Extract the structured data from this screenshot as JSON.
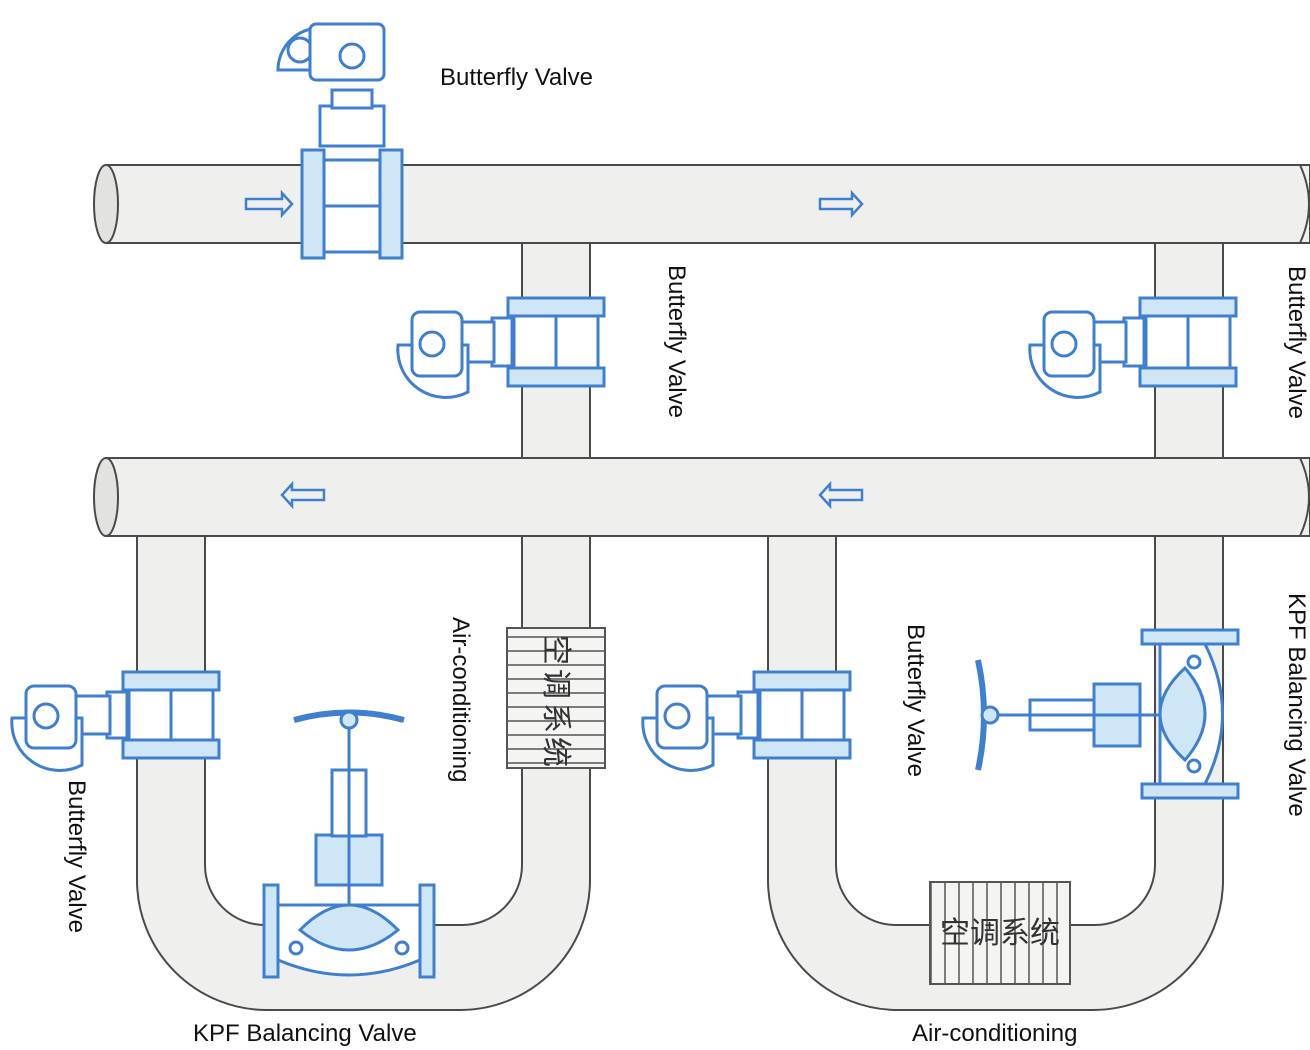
{
  "labels": {
    "butterfly_top": "Butterfly Valve",
    "butterfly_mid_left": "Butterfly Valve",
    "butterfly_mid_right": "Butterfly Valve",
    "butterfly_bottom_left": "Butterfly Valve",
    "butterfly_bottom_center": "Butterfly Valve",
    "air_conditioning_left": "Air-conditioning",
    "air_conditioning_bottom": "Air-conditioning",
    "kpf_left": "KPF Balancing Valve",
    "kpf_right": "KPF Balancing Valve"
  },
  "unit_text": {
    "left_chars": [
      "空",
      "调",
      "系",
      "统"
    ],
    "bottom": "空调系统"
  },
  "colors": {
    "pipe_fill": "#eff0ee",
    "pipe_stroke": "#4a4a4a",
    "valve_blue": "#3f7fd0",
    "valve_light": "#cfe6f7",
    "arrow": "#3f7fd0"
  }
}
